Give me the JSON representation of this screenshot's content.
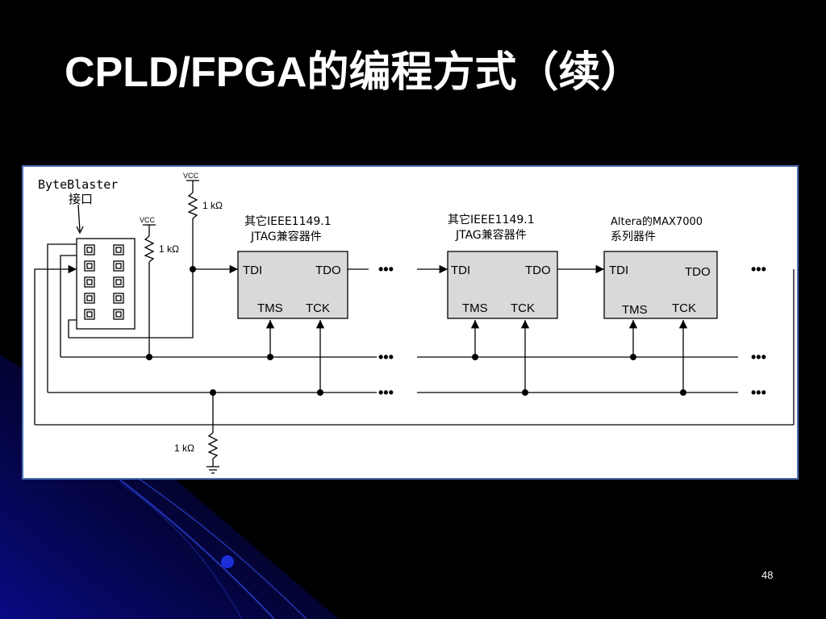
{
  "slide": {
    "title": "CPLD/FPGA的编程方式（续）",
    "page_number": "48"
  },
  "diagram": {
    "byteblaster": {
      "line1": "ByteBlaster",
      "line2": "接口"
    },
    "vcc_label": "VCC",
    "resistor_label": "1 kΩ",
    "dots": "•••",
    "devices": [
      {
        "caption_line1": "其它IEEE1149.1",
        "caption_line2": "JTAG兼容器件",
        "pin_tdi": "TDI",
        "pin_tdo": "TDO",
        "pin_tms": "TMS",
        "pin_tck": "TCK"
      },
      {
        "caption_line1": "其它IEEE1149.1",
        "caption_line2": "JTAG兼容器件",
        "pin_tdi": "TDI",
        "pin_tdo": "TDO",
        "pin_tms": "TMS",
        "pin_tck": "TCK"
      },
      {
        "caption_line1": "Altera的MAX7000",
        "caption_line2": "系列器件",
        "pin_tdi": "TDI",
        "pin_tdo": "TDO",
        "pin_tms": "TMS",
        "pin_tck": "TCK"
      }
    ]
  },
  "colors": {
    "background": "#000000",
    "title": "#ffffff",
    "device_fill": "#d9d9d9",
    "panel_border": "#4d6fb3"
  },
  "decor": {
    "style": "blue diagonal light streaks bottom-left"
  }
}
